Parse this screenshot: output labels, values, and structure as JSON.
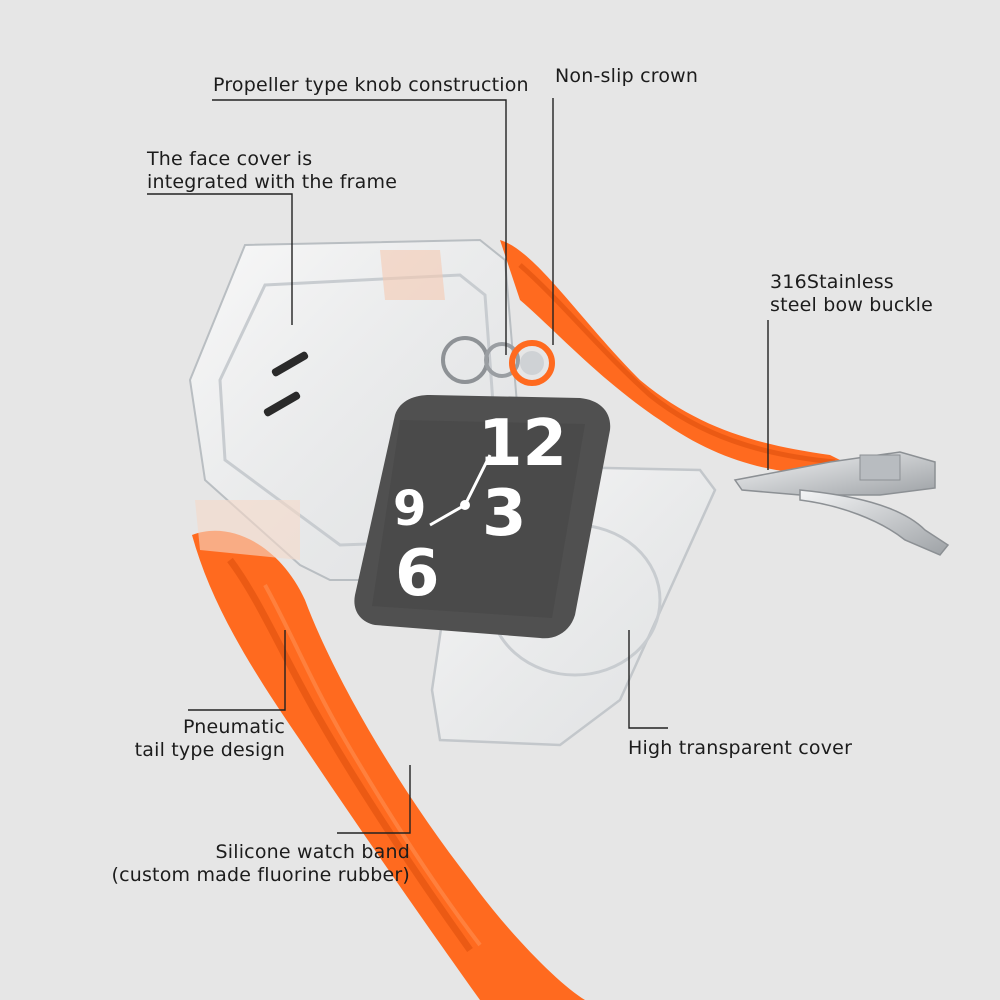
{
  "colors": {
    "background": "#e6e6e6",
    "band_orange": "#ff6a1f",
    "band_shadow": "#e3540f",
    "module_dark": "#505050",
    "dial_digits": "#ffffff",
    "leader_lines": "#222222",
    "steel": "#c9cccf"
  },
  "callouts": {
    "propeller": {
      "text": "Propeller type knob construction"
    },
    "crown": {
      "text": "Non-slip crown"
    },
    "face_cover": {
      "line1": "The face cover is",
      "line2": "integrated with the frame"
    },
    "buckle": {
      "line1": "316Stainless",
      "line2": "steel bow buckle"
    },
    "pneumatic": {
      "line1": "Pneumatic",
      "line2": "tail type design"
    },
    "transparent_cover": {
      "text": "High transparent cover"
    },
    "band": {
      "line1": "Silicone watch band",
      "line2": "(custom made fluorine rubber)"
    }
  },
  "dial": {
    "d12": "12",
    "d3": "3",
    "d6": "6",
    "d9": "9"
  }
}
